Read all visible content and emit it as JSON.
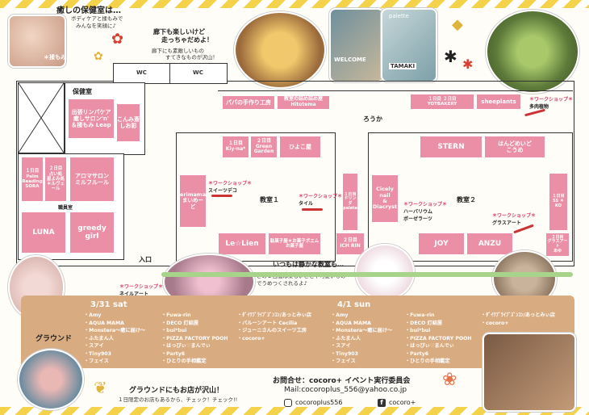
{
  "intro": {
    "title": "癒しの保健室は…",
    "line1": "ボディケアと揉もみで",
    "line2": "みんなを笑顔に♪",
    "photo_caption": "＊揉もみ"
  },
  "hall": {
    "title": "廊下も楽しいけど",
    "title2": "走っちゃだめよ！",
    "line1": "廊下にも素敵しいもの",
    "line2": "すてきなものが沢山！"
  },
  "rooms": {
    "wc1": "WC",
    "wc2": "WC",
    "hoken": "保健室",
    "shokuin": "職員室",
    "kyoshitsu1": "教室１",
    "kyoshitsu2": "教室２",
    "roka": "ろうか",
    "iriguchi": "入口",
    "ground": "グラウンド"
  },
  "booths": {
    "lymph": "出張リンパケア\n癒しサロン'n'\n＆揉もみ Leap",
    "konnan": "こんみ斎\nしお彩",
    "palm": "１日目\nPalm\nReading\nSORA",
    "uranai": "２日目\n占い処\n星よみ処\n＊ルヴェール",
    "aroma": "アロマサロン\nミルフルール",
    "luna": "LUNA",
    "greedy": "greedy\ngirl",
    "papa": "パパの手作り工房",
    "hitotema": "教室の詰め詰め屋\nHitotema",
    "kiyna": "１日目\nKiy-na*",
    "green": "２日目\nGreen\nGarden",
    "hiyoko": "ひよこ屋",
    "erimama": "erimama\nまいめーど",
    "lelien": "Le☆Lien",
    "kashi": "駄菓子屋＊お菓子ポエム\nお菓子屋",
    "dorinda": "１日目\nドリンダ\npaleta",
    "ichirin": "２日目\nICH RIN",
    "cicely": "Cicely\nnail\n&\nDiacryst",
    "joy": "JOY",
    "anzu": "ANZU",
    "stern": "STERN",
    "handmade": "はんどめいど\nこうめ",
    "sunny": "１日目\nSS ＊ KO",
    "glass": "２日目\nグラスアート\nあゆ",
    "yotbakery": "１日目 ２日目\nYOTBAKERY",
    "sheeplants": "sheeplants"
  },
  "workshops": {
    "ws1_title": "＊ワークショップ＊",
    "ws1_sub": "スイーツデコ",
    "ws2_title": "＊ワークショップ＊",
    "ws2_sub": "タイル",
    "ws3_title": "＊ワークショップ＊",
    "ws3_sub": "ハーバリウム\nボーゼラーツ",
    "ws4_title": "＊ワークショップ＊",
    "ws4_sub": "グラスアート",
    "ws5_title": "＊ワークショップ＊",
    "ws5_sub": "多肉植物",
    "ws6_title": "＊ワークショップ＊",
    "ws6_sub": "ネイルアート"
  },
  "quiet": {
    "title": "いつもは静かな教室も…",
    "line1": "この２日間は楽しいことや可愛いもの",
    "line2": "でうめつくされるよ♪"
  },
  "day1": {
    "date": "3/31 sat",
    "col1": [
      "・Amy",
      "・AQUA MAMA",
      "・Monstera～癒に届け～",
      "・ふたまん人",
      "・スアイ",
      "・Tiny903",
      "・フェイス"
    ],
    "col2": [
      "・Fuwa-rin",
      "・DECO 灯結屋",
      "・bui*bui",
      "・PIZZA FACTORY POOH",
      "・はっぴぃ♡まんでぃ",
      "・Party6",
      "・ひとりの手相鑑定"
    ],
    "col3": [
      "・ﾀﾞｲﾜﾌﾞﾗｲﾌﾞｽﾞﾝｺﾝ/あっとみぃ店",
      "・バルーンアート Cecilia",
      "・ジューニさんのスイーツ工房",
      "・cocoro+"
    ]
  },
  "day2": {
    "date": "4/1 sun",
    "col1": [
      "・Amy",
      "・AQUA MAMA",
      "・Monstera～癒に届け～",
      "・ふたまん人",
      "・スアイ",
      "・Tiny903",
      "・フェイス"
    ],
    "col2": [
      "・Fuwa-rin",
      "・DECO 灯結屋",
      "・bui*bui",
      "・PIZZA FACTORY POOH",
      "・はっぴぃ♡まんでぃ",
      "・Party6",
      "・ひとりの手相鑑定"
    ],
    "col3": [
      "・ﾀﾞｲﾜﾌﾞﾗｲﾌﾞｽﾞﾝｺﾝ/あっとみぃ店",
      "・cocoro+"
    ]
  },
  "ground": {
    "title": "グラウンドにもお店が沢山！",
    "sub": "１日限定のお店もあるから、チェック！チェック!!"
  },
  "contact": {
    "title": "お問合せ：cocoro+ イベント実行委員会",
    "mail": "Mail:cocoroplus_556@yahoo.co.jp",
    "instagram": "cocoroplus556",
    "facebook": "cocoro+"
  },
  "photos": {
    "welcome": "WELCOME",
    "tamaki": "TAMAKI",
    "palette": "palette"
  },
  "colors": {
    "booth_pink": "#ea8fa6",
    "panel_brown": "#d9ab80",
    "stripe_yellow": "#f4d24a",
    "accent_red": "#d9402f"
  }
}
